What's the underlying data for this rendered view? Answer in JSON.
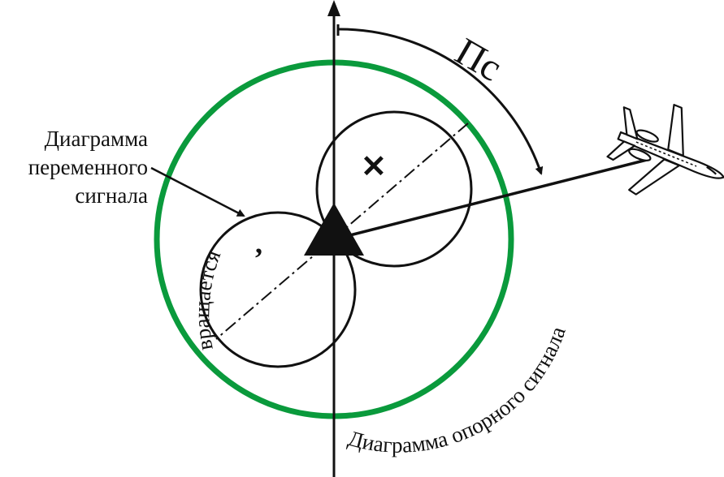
{
  "labels": {
    "bearing": "Пс",
    "variable_line1": "Диаграмма",
    "variable_line2": "переменного",
    "variable_line3": "сигнала",
    "rotates": "вращается",
    "reference": "Диаграмма опорного сигнала",
    "minus_sign": ",",
    "plus_sign": "✕"
  },
  "colors": {
    "reference_circle": "#0a9a3c",
    "ink": "#111111"
  },
  "icons": {
    "aircraft": "airplane-icon",
    "beacon": "triangle-beacon-icon"
  }
}
